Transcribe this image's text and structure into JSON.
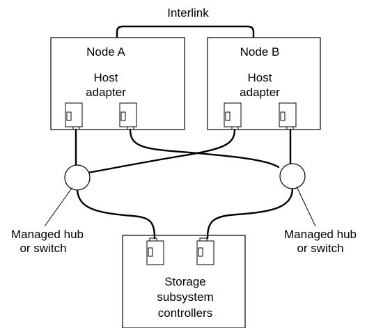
{
  "interlink": {
    "label": "Interlink"
  },
  "node_a": {
    "title": "Node A",
    "adapter_line1": "Host",
    "adapter_line2": "adapter"
  },
  "node_b": {
    "title": "Node B",
    "adapter_line1": "Host",
    "adapter_line2": "adapter"
  },
  "hub_left": {
    "line1": "Managed hub",
    "line2": "or switch"
  },
  "hub_right": {
    "line1": "Managed hub",
    "line2": "or switch"
  },
  "storage": {
    "line1": "Storage",
    "line2": "subsystem",
    "line3": "controllers"
  }
}
